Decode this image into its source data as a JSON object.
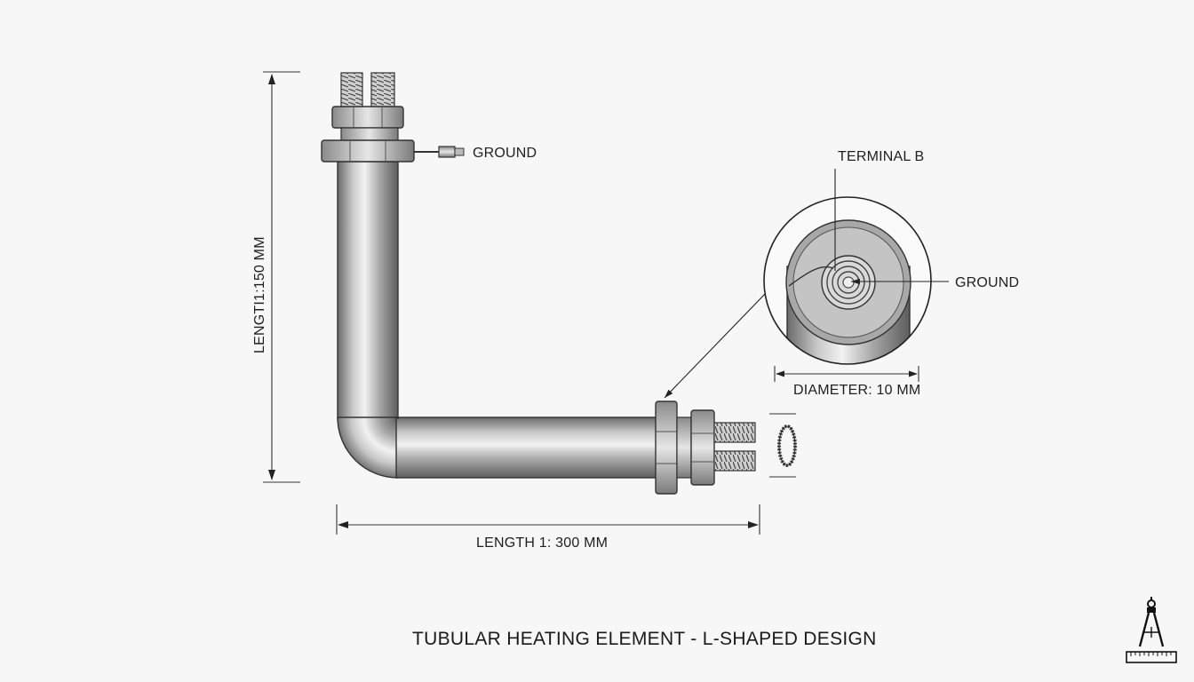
{
  "labels": {
    "ground_top": "GROUND",
    "terminal_b": "TERMINAL B",
    "ground_detail": "GROUND",
    "length_vertical": "LENGTI1:150 MM",
    "length_horizontal": "LENGTH 1: 300 MM",
    "diameter": "DIAMETER: 10 MM"
  },
  "title": "TUBULAR HEATING ELEMENT - L-SHAPED DESIGN",
  "icons": {
    "logo": "compass-ruler-icon"
  },
  "colors": {
    "background": "#f7f7f7",
    "metal_dark": "#6e6e6e",
    "metal_light": "#e8e8e8",
    "line": "#2a2a2a"
  }
}
